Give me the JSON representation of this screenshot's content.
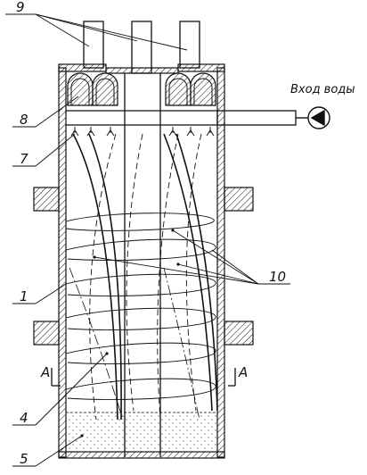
{
  "labels": {
    "water_inlet": "Вход воды",
    "n9": "9",
    "n8": "8",
    "n7": "7",
    "n10": "10",
    "n1": "1",
    "n4": "4",
    "n5": "5",
    "section_left": "A",
    "section_right": "A"
  },
  "colors": {
    "stroke": "#111111",
    "background": "#ffffff"
  }
}
